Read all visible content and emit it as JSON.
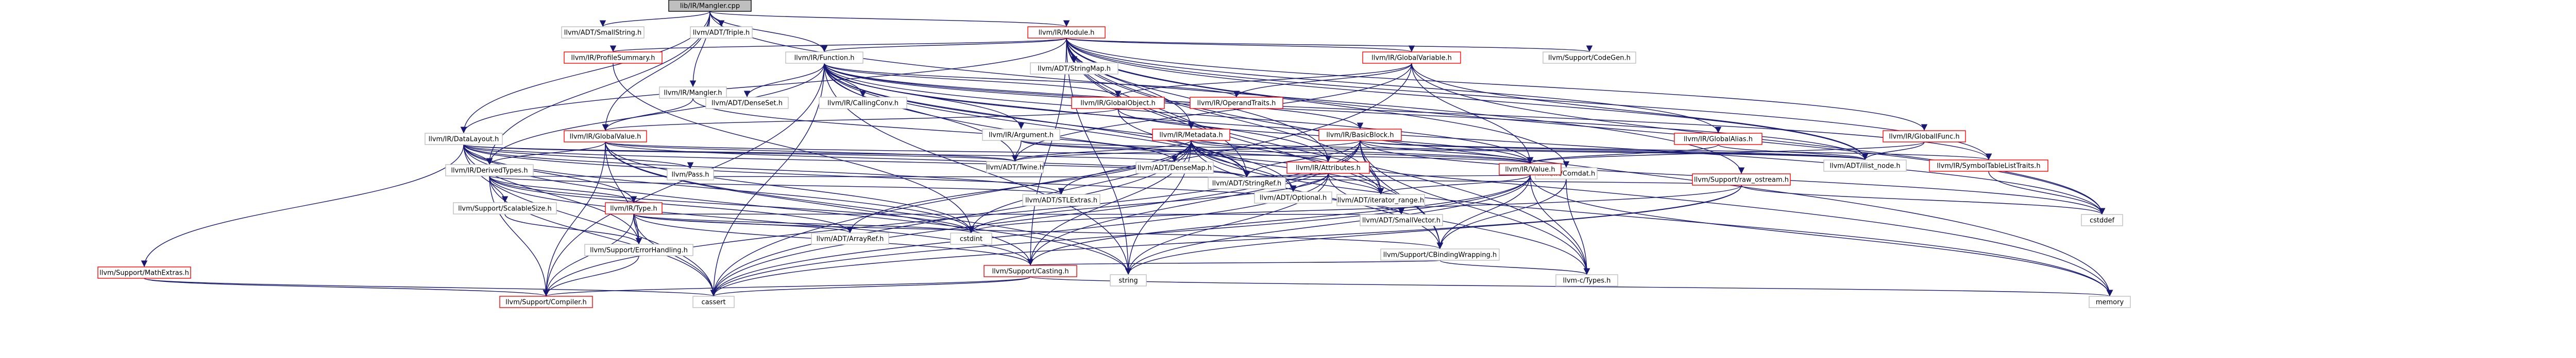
{
  "colors": {
    "edge": "#191970",
    "root_fill": "#bfbfbf",
    "root_stroke": "#000000",
    "plain_stroke": "#bfbfbf",
    "link_stroke": "#ff0000",
    "text": "#000000",
    "fill": "#ffffff"
  },
  "nodes": [
    {
      "id": "root",
      "label": "lib/IR/Mangler.cpp",
      "kind": "root"
    },
    {
      "id": "smallstring",
      "label": "llvm/ADT/SmallString.h",
      "kind": "plain"
    },
    {
      "id": "triple",
      "label": "llvm/ADT/Triple.h",
      "kind": "plain"
    },
    {
      "id": "module",
      "label": "llvm/IR/Module.h",
      "kind": "link"
    },
    {
      "id": "profilesummary",
      "label": "llvm/IR/ProfileSummary.h",
      "kind": "link"
    },
    {
      "id": "function",
      "label": "llvm/IR/Function.h",
      "kind": "plain"
    },
    {
      "id": "stringmap",
      "label": "llvm/ADT/StringMap.h",
      "kind": "plain"
    },
    {
      "id": "globalvariable",
      "label": "llvm/IR/GlobalVariable.h",
      "kind": "link"
    },
    {
      "id": "codegen",
      "label": "llvm/Support/CodeGen.h",
      "kind": "plain"
    },
    {
      "id": "mangler",
      "label": "llvm/IR/Mangler.h",
      "kind": "plain"
    },
    {
      "id": "densemap_set",
      "label": "llvm/ADT/DenseSet.h",
      "kind": "plain"
    },
    {
      "id": "callingconv",
      "label": "llvm/IR/CallingConv.h",
      "kind": "plain"
    },
    {
      "id": "globalobject",
      "label": "llvm/IR/GlobalObject.h",
      "kind": "link"
    },
    {
      "id": "operandtraits",
      "label": "llvm/IR/OperandTraits.h",
      "kind": "link"
    },
    {
      "id": "globalalias",
      "label": "llvm/IR/GlobalAlias.h",
      "kind": "link"
    },
    {
      "id": "globalifunc",
      "label": "llvm/IR/GlobalIFunc.h",
      "kind": "link"
    },
    {
      "id": "datalayout",
      "label": "llvm/IR/DataLayout.h",
      "kind": "plain"
    },
    {
      "id": "globalvalue",
      "label": "llvm/IR/GlobalValue.h",
      "kind": "link"
    },
    {
      "id": "argument",
      "label": "llvm/IR/Argument.h",
      "kind": "plain"
    },
    {
      "id": "metadata",
      "label": "llvm/IR/Metadata.h",
      "kind": "link"
    },
    {
      "id": "basicblock",
      "label": "llvm/IR/BasicBlock.h",
      "kind": "link"
    },
    {
      "id": "ilist_node",
      "label": "llvm/ADT/ilist_node.h",
      "kind": "plain"
    },
    {
      "id": "symboltable",
      "label": "llvm/IR/SymbolTableListTraits.h",
      "kind": "link"
    },
    {
      "id": "comdat",
      "label": "llvm/IR/Comdat.h",
      "kind": "plain"
    },
    {
      "id": "derivedtypes",
      "label": "llvm/IR/DerivedTypes.h",
      "kind": "plain"
    },
    {
      "id": "pass",
      "label": "llvm/Pass.h",
      "kind": "plain"
    },
    {
      "id": "twine",
      "label": "llvm/ADT/Twine.h",
      "kind": "plain"
    },
    {
      "id": "densemap",
      "label": "llvm/ADT/DenseMap.h",
      "kind": "plain"
    },
    {
      "id": "attributes",
      "label": "llvm/IR/Attributes.h",
      "kind": "link"
    },
    {
      "id": "value",
      "label": "llvm/IR/Value.h",
      "kind": "link"
    },
    {
      "id": "raw_ostream",
      "label": "llvm/Support/raw_ostream.h",
      "kind": "link"
    },
    {
      "id": "stringref",
      "label": "llvm/ADT/StringRef.h",
      "kind": "plain"
    },
    {
      "id": "optional",
      "label": "llvm/ADT/Optional.h",
      "kind": "plain"
    },
    {
      "id": "stlextras",
      "label": "llvm/ADT/STLExtras.h",
      "kind": "plain"
    },
    {
      "id": "iterator_range",
      "label": "llvm/ADT/iterator_range.h",
      "kind": "plain"
    },
    {
      "id": "smallvector",
      "label": "llvm/ADT/SmallVector.h",
      "kind": "plain"
    },
    {
      "id": "scalablesize",
      "label": "llvm/Support/ScalableSize.h",
      "kind": "plain"
    },
    {
      "id": "type",
      "label": "llvm/IR/Type.h",
      "kind": "link"
    },
    {
      "id": "arrayref",
      "label": "llvm/ADT/ArrayRef.h",
      "kind": "plain"
    },
    {
      "id": "cstdint",
      "label": "cstdint",
      "kind": "plain"
    },
    {
      "id": "cbinding",
      "label": "llvm/Support/CBindingWrapping.h",
      "kind": "plain"
    },
    {
      "id": "cstddef",
      "label": "cstddef",
      "kind": "plain"
    },
    {
      "id": "mathextras",
      "label": "llvm/Support/MathExtras.h",
      "kind": "link"
    },
    {
      "id": "errorhandling",
      "label": "llvm/Support/ErrorHandling.h",
      "kind": "plain"
    },
    {
      "id": "casting",
      "label": "llvm/Support/Casting.h",
      "kind": "link"
    },
    {
      "id": "string",
      "label": "string",
      "kind": "plain"
    },
    {
      "id": "ctypes",
      "label": "llvm-c/Types.h",
      "kind": "plain"
    },
    {
      "id": "compiler",
      "label": "llvm/Support/Compiler.h",
      "kind": "link"
    },
    {
      "id": "cassert",
      "label": "cassert",
      "kind": "plain"
    },
    {
      "id": "memory",
      "label": "memory",
      "kind": "plain"
    }
  ],
  "edges": [
    [
      "root",
      "smallstring"
    ],
    [
      "root",
      "triple"
    ],
    [
      "root",
      "module"
    ],
    [
      "root",
      "mangler"
    ],
    [
      "root",
      "datalayout"
    ],
    [
      "root",
      "derivedtypes"
    ],
    [
      "root",
      "function"
    ],
    [
      "root",
      "globalvalue"
    ],
    [
      "root",
      "raw_ostream"
    ],
    [
      "module",
      "profilesummary"
    ],
    [
      "module",
      "function"
    ],
    [
      "module",
      "stringmap"
    ],
    [
      "module",
      "globalvariable"
    ],
    [
      "module",
      "codegen"
    ],
    [
      "module",
      "globalalias"
    ],
    [
      "module",
      "globalifunc"
    ],
    [
      "module",
      "datalayout"
    ],
    [
      "module",
      "metadata"
    ],
    [
      "module",
      "comdat"
    ],
    [
      "module",
      "symboltable"
    ],
    [
      "module",
      "attributes"
    ],
    [
      "module",
      "ilist_node"
    ],
    [
      "module",
      "stringref"
    ],
    [
      "module",
      "string"
    ],
    [
      "module",
      "memory"
    ],
    [
      "module",
      "cstddef"
    ],
    [
      "module",
      "ctypes"
    ],
    [
      "module",
      "iterator_range"
    ],
    [
      "module",
      "cbinding"
    ],
    [
      "module",
      "casting"
    ],
    [
      "profilesummary",
      "cstdint"
    ],
    [
      "profilesummary",
      "vector"
    ],
    [
      "function",
      "densemap_set"
    ],
    [
      "function",
      "callingconv"
    ],
    [
      "function",
      "globalobject"
    ],
    [
      "function",
      "operandtraits"
    ],
    [
      "function",
      "argument"
    ],
    [
      "function",
      "basicblock"
    ],
    [
      "function",
      "attributes"
    ],
    [
      "function",
      "derivedtypes"
    ],
    [
      "function",
      "value"
    ],
    [
      "function",
      "twine"
    ],
    [
      "function",
      "stringref"
    ],
    [
      "function",
      "ilist_node"
    ],
    [
      "function",
      "symboltable"
    ],
    [
      "function",
      "iterator_range"
    ],
    [
      "function",
      "optional"
    ],
    [
      "function",
      "compiler"
    ],
    [
      "function",
      "cstddef"
    ],
    [
      "function",
      "cassert"
    ],
    [
      "function",
      "memory"
    ],
    [
      "function",
      "string"
    ],
    [
      "globalvariable",
      "globalobject"
    ],
    [
      "globalvariable",
      "operandtraits"
    ],
    [
      "globalvariable",
      "value"
    ],
    [
      "globalvariable",
      "twine"
    ],
    [
      "globalvariable",
      "ilist_node"
    ],
    [
      "globalvariable",
      "cassert"
    ],
    [
      "globalvariable",
      "cstddef"
    ],
    [
      "mangler",
      "globalvalue"
    ],
    [
      "mangler",
      "densemap"
    ],
    [
      "globalobject",
      "globalvalue"
    ],
    [
      "globalobject",
      "value"
    ],
    [
      "globalobject",
      "stringref"
    ],
    [
      "globalalias",
      "value"
    ],
    [
      "globalalias",
      "ilist_node"
    ],
    [
      "globalifunc",
      "value"
    ],
    [
      "globalifunc",
      "ilist_node"
    ],
    [
      "datalayout",
      "derivedtypes"
    ],
    [
      "datalayout",
      "type"
    ],
    [
      "datalayout",
      "pass"
    ],
    [
      "datalayout",
      "mathextras"
    ],
    [
      "datalayout",
      "smallvector"
    ],
    [
      "datalayout",
      "stringref"
    ],
    [
      "datalayout",
      "stlextras"
    ],
    [
      "datalayout",
      "twine"
    ],
    [
      "datalayout",
      "densemap"
    ],
    [
      "datalayout",
      "cstdint"
    ],
    [
      "datalayout",
      "string"
    ],
    [
      "datalayout",
      "cassert"
    ],
    [
      "datalayout",
      "errorhandling"
    ],
    [
      "globalvalue",
      "derivedtypes"
    ],
    [
      "globalvalue",
      "value"
    ],
    [
      "globalvalue",
      "twine"
    ],
    [
      "globalvalue",
      "stringref"
    ],
    [
      "globalvalue",
      "casting"
    ],
    [
      "globalvalue",
      "cstdint"
    ],
    [
      "globalvalue",
      "string"
    ],
    [
      "globalvalue",
      "compiler"
    ],
    [
      "globalvalue",
      "errorhandling"
    ],
    [
      "argument",
      "attributes"
    ],
    [
      "argument",
      "value"
    ],
    [
      "argument",
      "twine"
    ],
    [
      "argument",
      "ilist_node"
    ],
    [
      "metadata",
      "value"
    ],
    [
      "metadata",
      "densemap"
    ],
    [
      "metadata",
      "arrayref"
    ],
    [
      "metadata",
      "stringref"
    ],
    [
      "metadata",
      "twine"
    ],
    [
      "metadata",
      "optional"
    ],
    [
      "metadata",
      "iterator_range"
    ],
    [
      "metadata",
      "cbinding"
    ],
    [
      "metadata",
      "casting"
    ],
    [
      "metadata",
      "ilist_node"
    ],
    [
      "metadata",
      "stlextras"
    ],
    [
      "metadata",
      "cstdint"
    ],
    [
      "metadata",
      "string"
    ],
    [
      "metadata",
      "cassert"
    ],
    [
      "metadata",
      "memory"
    ],
    [
      "basicblock",
      "value"
    ],
    [
      "basicblock",
      "ilist_node"
    ],
    [
      "basicblock",
      "symboltable"
    ],
    [
      "basicblock",
      "twine"
    ],
    [
      "basicblock",
      "stringref"
    ],
    [
      "basicblock",
      "iterator_range"
    ],
    [
      "basicblock",
      "cbinding"
    ],
    [
      "basicblock",
      "ctypes"
    ],
    [
      "basicblock",
      "casting"
    ],
    [
      "basicblock",
      "compiler"
    ],
    [
      "basicblock",
      "cassert"
    ],
    [
      "basicblock",
      "cstddef"
    ],
    [
      "symboltable",
      "cstddef"
    ],
    [
      "comdat",
      "ctypes"
    ],
    [
      "comdat",
      "cbinding"
    ],
    [
      "derivedtypes",
      "type"
    ],
    [
      "derivedtypes",
      "arrayref"
    ],
    [
      "derivedtypes",
      "stringref"
    ],
    [
      "derivedtypes",
      "stlextras"
    ],
    [
      "derivedtypes",
      "scalablesize"
    ],
    [
      "derivedtypes",
      "casting"
    ],
    [
      "derivedtypes",
      "compiler"
    ],
    [
      "derivedtypes",
      "cassert"
    ],
    [
      "derivedtypes",
      "cstdint"
    ],
    [
      "attributes",
      "stringref"
    ],
    [
      "attributes",
      "optional"
    ],
    [
      "attributes",
      "iterator_range"
    ],
    [
      "attributes",
      "cstdint"
    ],
    [
      "attributes",
      "string"
    ],
    [
      "attributes",
      "cassert"
    ],
    [
      "attributes",
      "ctypes"
    ],
    [
      "value",
      "cbinding"
    ],
    [
      "value",
      "casting"
    ],
    [
      "value",
      "ctypes"
    ],
    [
      "value",
      "iterator_range"
    ],
    [
      "value",
      "stringref"
    ],
    [
      "value",
      "cassert"
    ],
    [
      "value",
      "memory"
    ],
    [
      "value",
      "string"
    ],
    [
      "raw_ostream",
      "stringref"
    ],
    [
      "raw_ostream",
      "cstddef"
    ],
    [
      "raw_ostream",
      "cstdint"
    ],
    [
      "raw_ostream",
      "string"
    ],
    [
      "raw_ostream",
      "cassert"
    ],
    [
      "type",
      "arrayref"
    ],
    [
      "type",
      "smallvector"
    ],
    [
      "type",
      "cbinding"
    ],
    [
      "type",
      "casting"
    ],
    [
      "type",
      "compiler"
    ],
    [
      "type",
      "errorhandling"
    ],
    [
      "type",
      "cstdint"
    ],
    [
      "type",
      "cassert"
    ],
    [
      "scalablesize",
      "errorhandling"
    ],
    [
      "mathextras",
      "compiler"
    ],
    [
      "mathextras",
      "cassert"
    ],
    [
      "errorhandling",
      "compiler"
    ],
    [
      "casting",
      "compiler"
    ],
    [
      "casting",
      "cassert"
    ],
    [
      "casting",
      "memory"
    ],
    [
      "cbinding",
      "ctypes"
    ],
    [
      "cbinding",
      "casting"
    ]
  ]
}
